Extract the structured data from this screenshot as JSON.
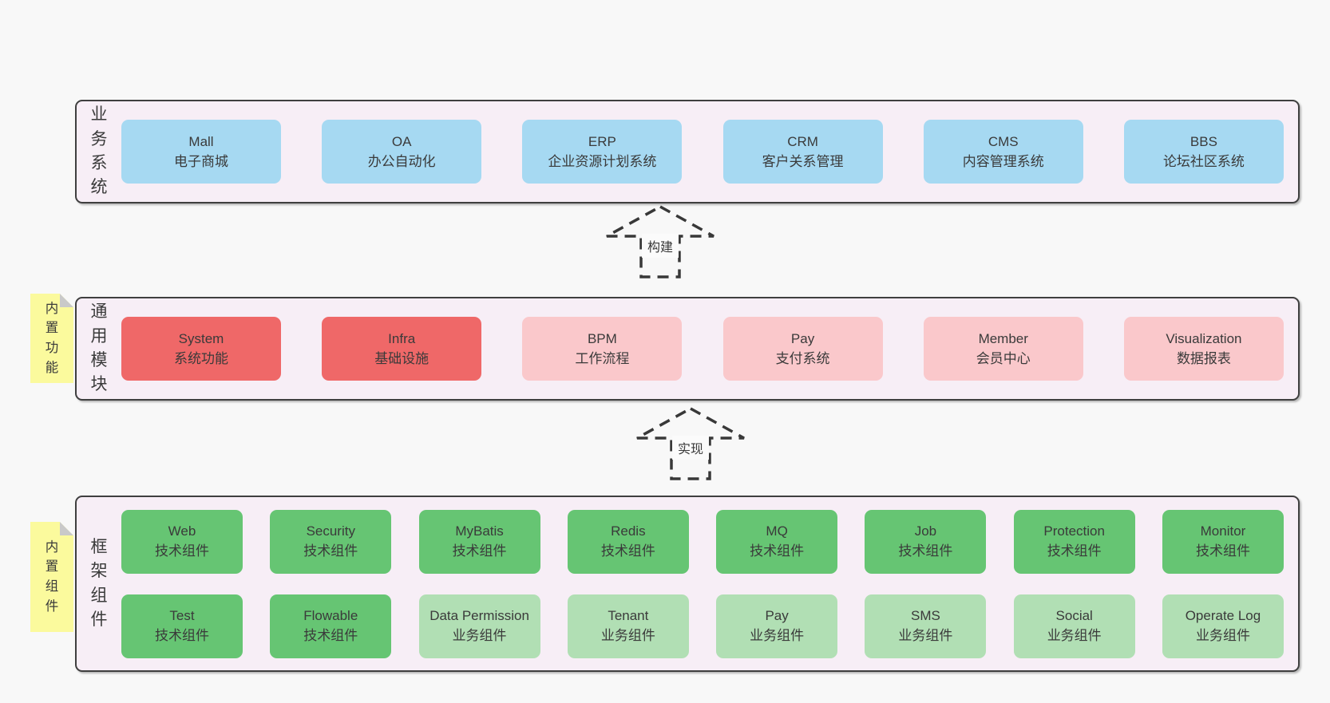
{
  "colors": {
    "page_bg": "#f8f8f8",
    "band_bg": "#f7eef6",
    "border": "#3f3f3f",
    "text": "#3a3a3a",
    "blue": "#a6d9f2",
    "red": "#ef6868",
    "pink": "#fac8cb",
    "green": "#66c573",
    "green_light": "#b1dfb4",
    "sticky_yellow": "#fbfa9d",
    "fold_gray": "#c9c9c9"
  },
  "bands": [
    {
      "label": "业务系统",
      "boxes": [
        {
          "title": "Mall",
          "subtitle": "电子商城"
        },
        {
          "title": "OA",
          "subtitle": "办公自动化"
        },
        {
          "title": "ERP",
          "subtitle": "企业资源计划系统"
        },
        {
          "title": "CRM",
          "subtitle": "客户关系管理"
        },
        {
          "title": "CMS",
          "subtitle": "内容管理系统"
        },
        {
          "title": "BBS",
          "subtitle": "论坛社区系统"
        }
      ]
    },
    {
      "label": "通用模块",
      "sticky_label": "内置功能",
      "boxes": [
        {
          "title": "System",
          "subtitle": "系统功能"
        },
        {
          "title": "Infra",
          "subtitle": "基础设施"
        },
        {
          "title": "BPM",
          "subtitle": "工作流程"
        },
        {
          "title": "Pay",
          "subtitle": "支付系统"
        },
        {
          "title": "Member",
          "subtitle": "会员中心"
        },
        {
          "title": "Visualization",
          "subtitle": "数据报表"
        }
      ]
    },
    {
      "label": "框架组件",
      "sticky_label": "内置组件",
      "rows": [
        [
          {
            "title": "Web",
            "subtitle": "技术组件"
          },
          {
            "title": "Security",
            "subtitle": "技术组件"
          },
          {
            "title": "MyBatis",
            "subtitle": "技术组件"
          },
          {
            "title": "Redis",
            "subtitle": "技术组件"
          },
          {
            "title": "MQ",
            "subtitle": "技术组件"
          },
          {
            "title": "Job",
            "subtitle": "技术组件"
          },
          {
            "title": "Protection",
            "subtitle": "技术组件"
          },
          {
            "title": "Monitor",
            "subtitle": "技术组件"
          }
        ],
        [
          {
            "title": "Test",
            "subtitle": "技术组件"
          },
          {
            "title": "Flowable",
            "subtitle": "技术组件"
          },
          {
            "title": "Data Permission",
            "subtitle": "业务组件"
          },
          {
            "title": "Tenant",
            "subtitle": "业务组件"
          },
          {
            "title": "Pay",
            "subtitle": "业务组件"
          },
          {
            "title": "SMS",
            "subtitle": "业务组件"
          },
          {
            "title": "Social",
            "subtitle": "业务组件"
          },
          {
            "title": "Operate Log",
            "subtitle": "业务组件"
          }
        ]
      ]
    }
  ],
  "arrows": [
    {
      "label": "构建"
    },
    {
      "label": "实现"
    }
  ]
}
